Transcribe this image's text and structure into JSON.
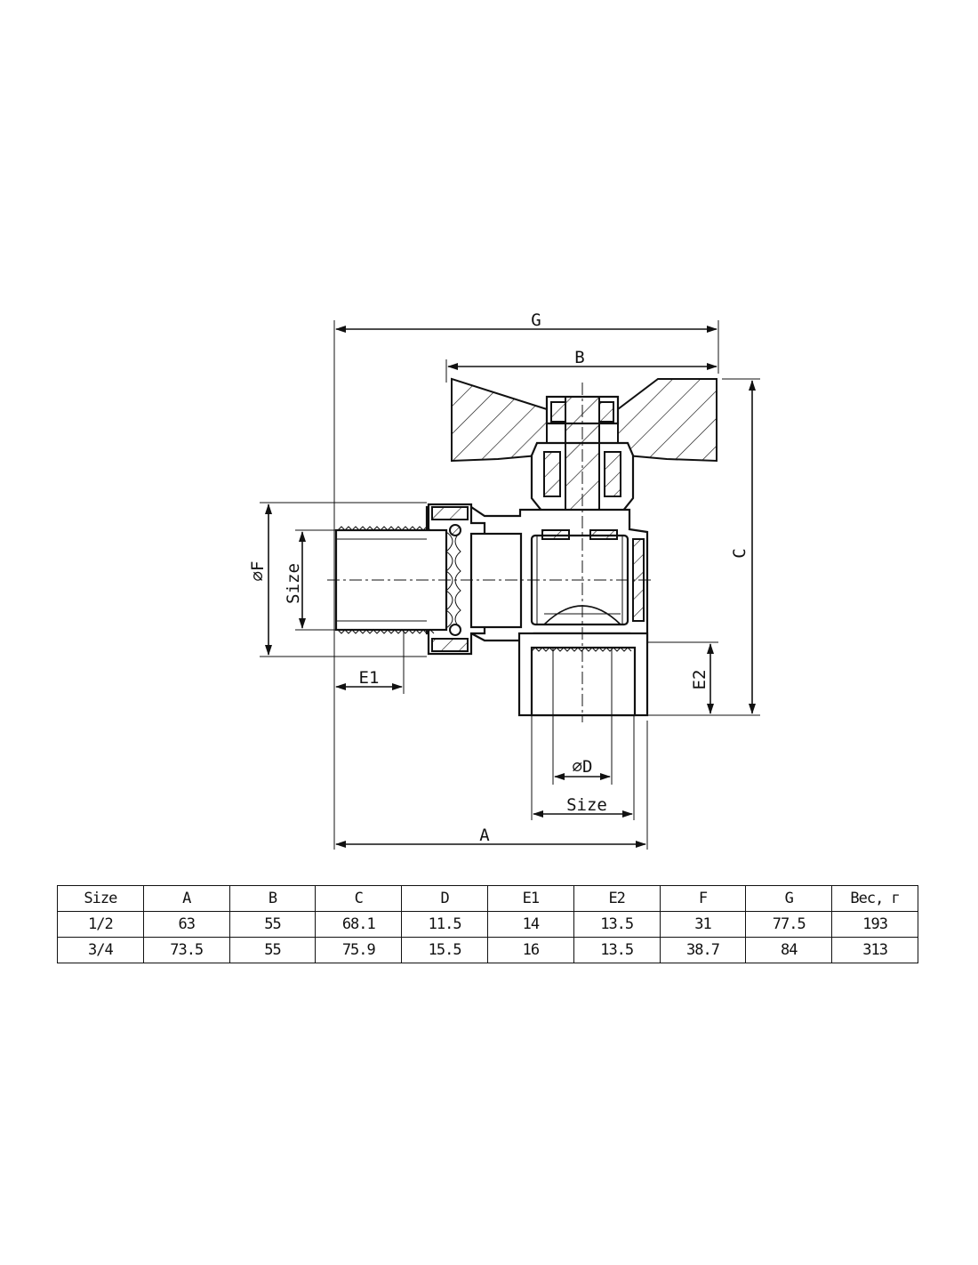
{
  "dimensions": {
    "G": "G",
    "B": "B",
    "C": "C",
    "F": "⌀F",
    "size_left": "Size",
    "E1": "E1",
    "E2": "E2",
    "D": "⌀D",
    "size_bottom": "Size",
    "A": "A"
  },
  "table": {
    "headers": [
      "Size",
      "A",
      "B",
      "C",
      "D",
      "E1",
      "E2",
      "F",
      "G",
      "Вес, г"
    ],
    "rows": [
      [
        "1/2",
        "63",
        "55",
        "68.1",
        "11.5",
        "14",
        "13.5",
        "31",
        "77.5",
        "193"
      ],
      [
        "3/4",
        "73.5",
        "55",
        "75.9",
        "15.5",
        "16",
        "13.5",
        "38.7",
        "84",
        "313"
      ]
    ]
  }
}
